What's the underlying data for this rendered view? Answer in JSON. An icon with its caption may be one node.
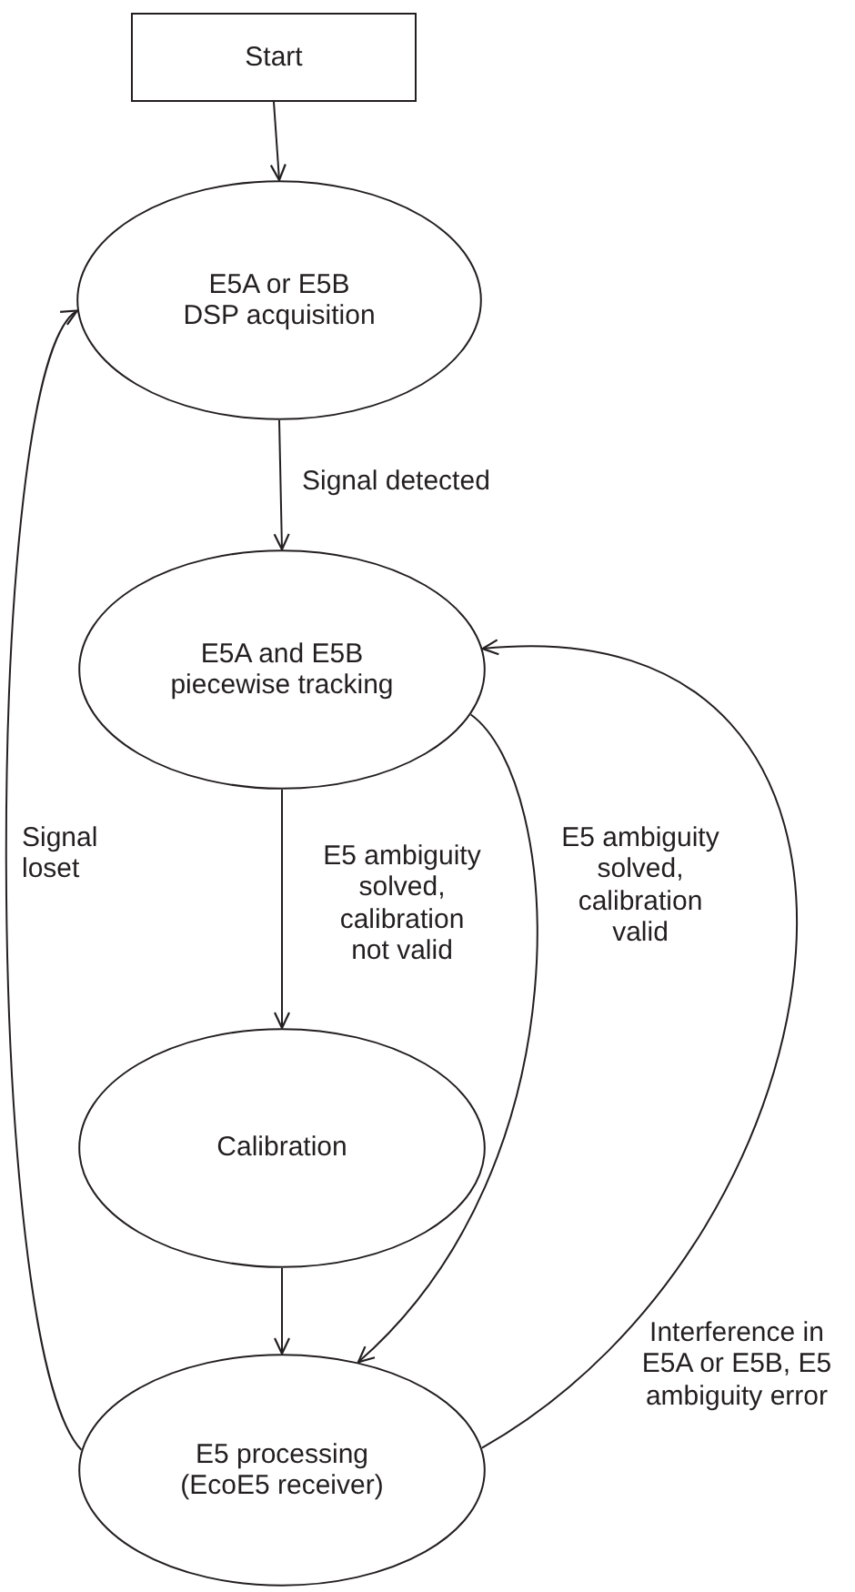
{
  "diagram": {
    "nodes": [
      {
        "text": [
          "Start"
        ]
      },
      {
        "text": [
          "E5A or E5B DSP acquisition"
        ]
      },
      {
        "text": [
          "E5A and E5B piecewise tracking"
        ]
      },
      {
        "text": [
          "Calibration"
        ]
      },
      {
        "text": [
          "E5 processing (EcoE5 receiver)"
        ]
      }
    ],
    "edges": [
      {
        "from": 0,
        "to": 1,
        "arrow": "to"
      },
      {
        "from": 1,
        "to": 2,
        "arrow": "to",
        "label": "Signal detected"
      },
      {
        "from": 2,
        "to": 3,
        "arrow": "to",
        "label": "E5 ambiguity solved, calibration not valid"
      },
      {
        "from": 3,
        "to": 4,
        "arrow": "to"
      },
      {
        "from": 2,
        "to": 4,
        "arrow": "to",
        "label": "E5 ambiguity solved, calibration valid"
      },
      {
        "from": 4,
        "to": 2,
        "arrow": "to",
        "label": "Interference in E5A or E5B, E5 ambiguity error"
      },
      {
        "from": 4,
        "to": 1,
        "arrow": "to",
        "label": "Signal loset"
      }
    ]
  }
}
